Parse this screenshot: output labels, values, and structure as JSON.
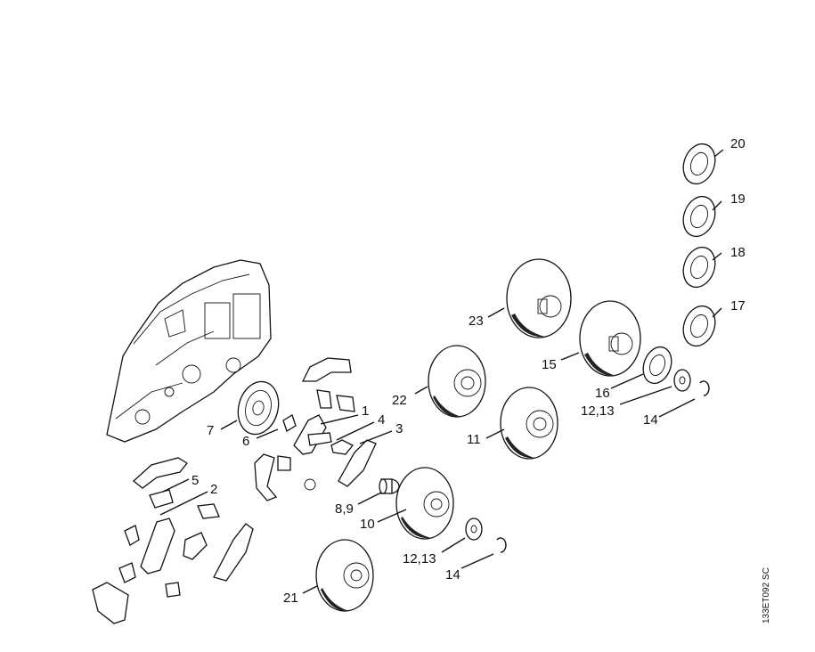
{
  "labels": {
    "p1": "1",
    "p2": "2",
    "p3": "3",
    "p4": "4",
    "p5": "5",
    "p6": "6",
    "p7": "7",
    "p89": "8,9",
    "p10": "10",
    "p11": "11",
    "p1213a": "12,13",
    "p1213b": "12,13",
    "p14a": "14",
    "p14b": "14",
    "p15": "15",
    "p16": "16",
    "p17": "17",
    "p18": "18",
    "p19": "19",
    "p20": "20",
    "p21": "21",
    "p22": "22",
    "p23": "23"
  },
  "reference_code": "133ET092 SC"
}
